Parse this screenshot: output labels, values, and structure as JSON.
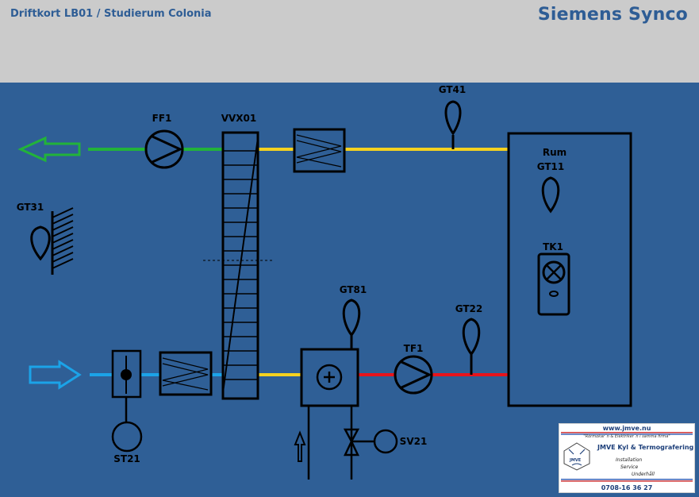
{
  "header": {
    "title": "Driftkort LB01 / Studierum Colonia",
    "brand": "Siemens Synco"
  },
  "labels": {
    "ff1": "FF1",
    "vvx01": "VVX01",
    "gt41": "GT41",
    "gt31": "GT31",
    "rum": "Rum",
    "gt11": "GT11",
    "tk1": "TK1",
    "gt81": "GT81",
    "gt22": "GT22",
    "tf1": "TF1",
    "sv21": "SV21",
    "st21": "ST21"
  },
  "logo": {
    "url": "www.jmve.nu",
    "slogan": "\"Rörmokar´n & Elektriker´n i samma firma\"",
    "company": "JMVE Kyl & Termografering",
    "services": [
      "Installation",
      "Service",
      "Underhåll"
    ],
    "emblem_text": "JMVE",
    "phone": "0708-16 36 27"
  },
  "colors": {
    "background": "#2f5f96",
    "header_bg": "#cbcbcb",
    "header_text": "#2e5d95",
    "exhaust_line": "#22b33a",
    "supply_warm_line": "#f5d21f",
    "outdoor_air_line": "#1ba3e8",
    "hot_supply_line": "#e8141b"
  }
}
